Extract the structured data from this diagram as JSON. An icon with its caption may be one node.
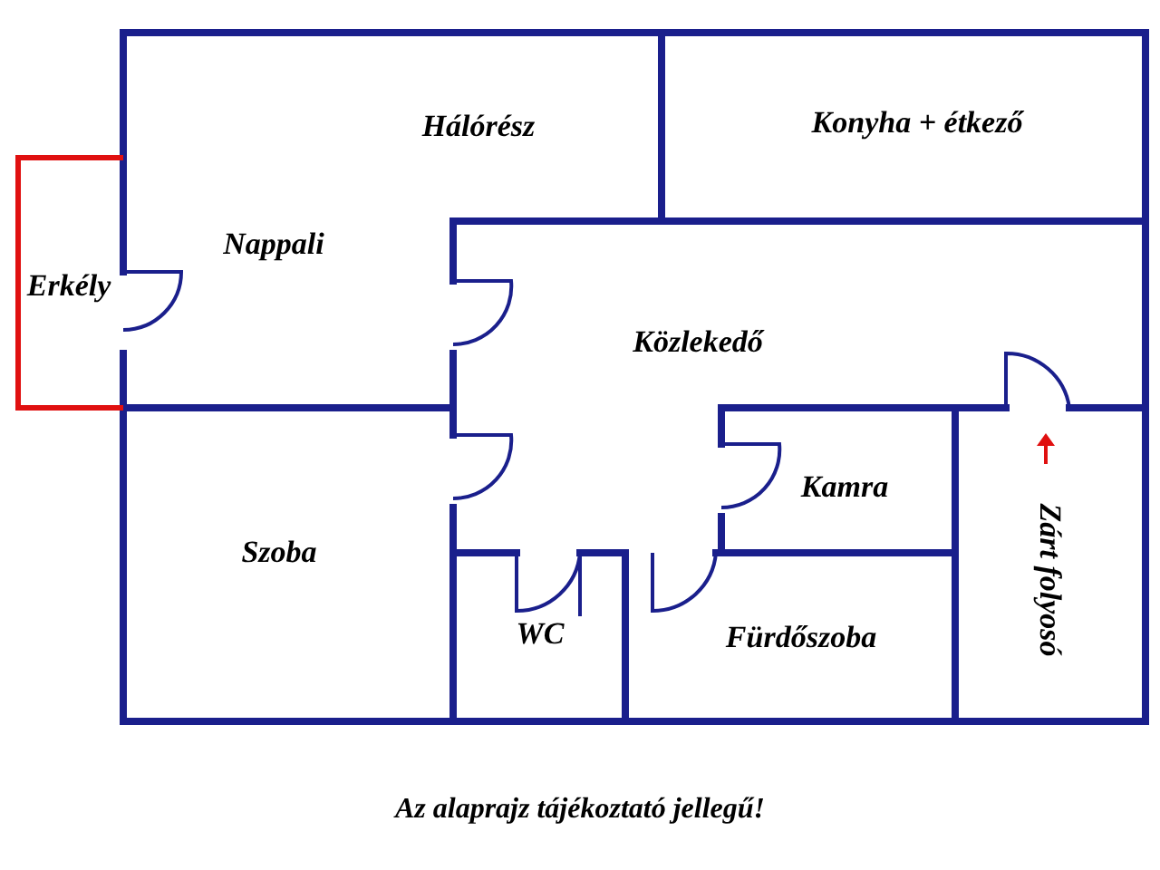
{
  "diagram": {
    "caption": "Az alaprajz tájékoztató jellegű!",
    "nodes": [
      {
        "text": [
          "Hálórész",
          "Nappali"
        ]
      },
      {
        "text": [
          "Konyha + étkező"
        ]
      },
      {
        "text": [
          "Erkély"
        ]
      },
      {
        "text": [
          "Közlekedő"
        ]
      },
      {
        "text": [
          "Kamra"
        ]
      },
      {
        "text": [
          "Zárt folyosó"
        ]
      },
      {
        "text": [
          "Szoba"
        ]
      },
      {
        "text": [
          "WC"
        ]
      },
      {
        "text": [
          "Fürdőszoba"
        ]
      }
    ],
    "edges": []
  }
}
